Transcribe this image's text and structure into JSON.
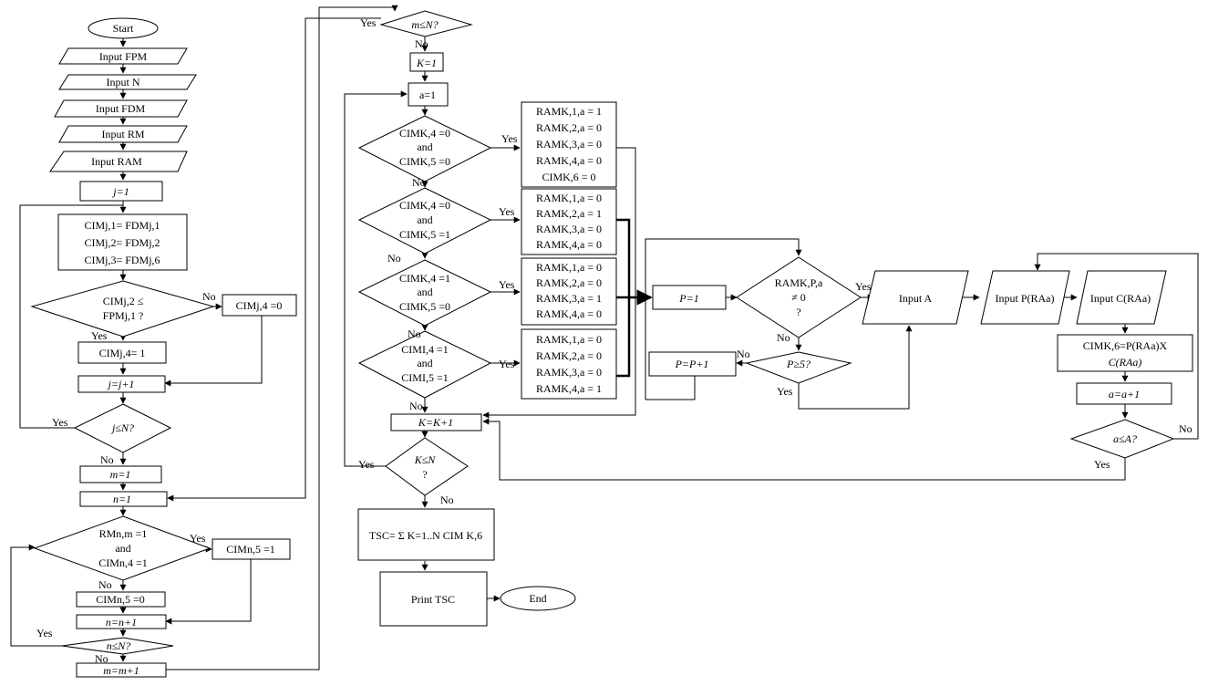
{
  "start_label": "Start",
  "end_label": "End",
  "edge_labels": {
    "yes": "Yes",
    "no": "No"
  },
  "inputs": {
    "fpm": "Input FPM",
    "n": "Input N",
    "fdm": "Input FDM",
    "rm": "Input RM",
    "ram": "Input RAM",
    "a": "Input A",
    "p_ra": "Input P(RAa)",
    "c_ra": "Input C(RAa)"
  },
  "processes": {
    "j_init": "j=1",
    "cim_assign": [
      "CIMj,1= FDMj,1",
      "CIMj,2= FDMj,2",
      "CIMj,3= FDMj,6"
    ],
    "cim_j4_zero": "CIMj,4 =0",
    "cim_j4_one": "CIMj,4= 1",
    "j_inc": "j=j+1",
    "m_init": "m=1",
    "n_init": "n=1",
    "cim_n5_one": "CIMn,5 =1",
    "cim_n5_zero": "CIMn,5 =0",
    "n_inc": "n=n+1",
    "m_inc": "m=m+1",
    "k_init": "K=1",
    "a_init": "a=1",
    "k_inc": "K=K+1",
    "tsc": "TSC= Σ K=1..N CIM K,6",
    "print_tsc": "Print TSC",
    "p_init": "P=1",
    "p_inc": "P=P+1",
    "cim_k6": [
      "CIMK,6=P(RAa)X",
      "C(RAa)"
    ],
    "a_inc": "a=a+1"
  },
  "decisions": {
    "cim_fpm": [
      "CIMj,2 ≤",
      "FPMj,1 ?"
    ],
    "j_le_n": "j≤N?",
    "rm_cim": [
      "RMn,m =1",
      "and",
      "CIMn,4 =1"
    ],
    "n_le_n": "n≤N?",
    "m_le_n": "m≤N?",
    "cim_case1": [
      "CIMK,4 =0",
      "and",
      "CIMK,5 =0"
    ],
    "cim_case2": [
      "CIMK,4 =0",
      "and",
      "CIMK,5 =1"
    ],
    "cim_case3": [
      "CIMK,4 =1",
      "and",
      "CIMK,5 =0"
    ],
    "cim_case4": [
      "CIMI,4 =1",
      "and",
      "CIMI,5 =1"
    ],
    "k_le_n": [
      "K≤N",
      "?"
    ],
    "ram_ne0": [
      "RAMK,P,a",
      "≠ 0",
      "?"
    ],
    "p_ge5": "P≥5?",
    "a_le_a": "a≤A?"
  },
  "ram_blocks": [
    [
      "RAMK,1,a = 1",
      "RAMK,2,a = 0",
      "RAMK,3,a = 0",
      "RAMK,4,a = 0",
      "CIMK,6 = 0"
    ],
    [
      "RAMK,1,a = 0",
      "RAMK,2,a = 1",
      "RAMK,3,a = 0",
      "RAMK,4,a = 0"
    ],
    [
      "RAMK,1,a = 0",
      "RAMK,2,a = 0",
      "RAMK,3,a = 1",
      "RAMK,4,a = 0"
    ],
    [
      "RAMK,1,a = 0",
      "RAMK,2,a = 0",
      "RAMK,3,a = 0",
      "RAMK,4,a = 1"
    ]
  ]
}
